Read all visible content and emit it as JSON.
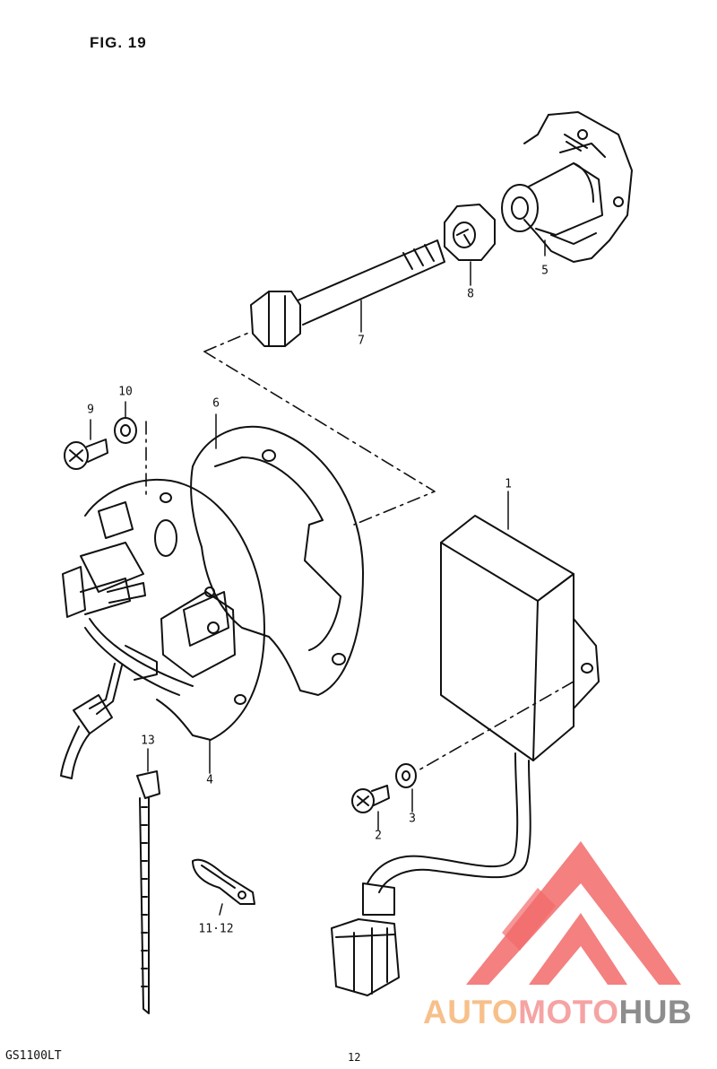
{
  "figure": {
    "title": "FIG. 19"
  },
  "footer": {
    "model": "GS1100LT",
    "page": "12"
  },
  "callouts": {
    "c1": "1",
    "c2": "2",
    "c3": "3",
    "c4": "4",
    "c5": "5",
    "c6": "6",
    "c7": "7",
    "c8": "8",
    "c9": "9",
    "c10": "10",
    "c11_12": "11·12",
    "c13": "13"
  },
  "watermark": {
    "part1": "AUTO",
    "part2": "MOTO",
    "part3": "HUB"
  },
  "colors": {
    "line": "#111111",
    "watermark_red": "#f26a6a",
    "watermark_orange": "#f7b070",
    "watermark_gray": "#8d8d8d"
  }
}
